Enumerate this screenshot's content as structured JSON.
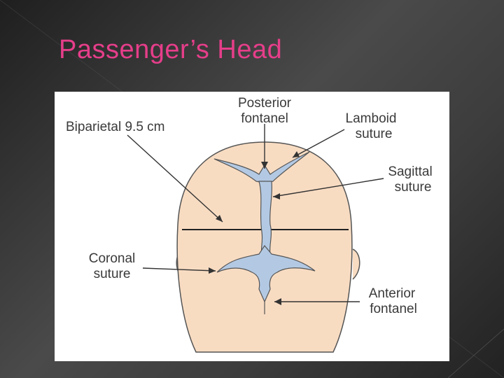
{
  "slide": {
    "title": "Passenger’s Head",
    "background_colors": [
      "#1f1f1f",
      "#4a4a4a",
      "#222222"
    ],
    "title_color": "#e63e8a"
  },
  "diagram": {
    "head_color": "#f8dcc2",
    "fontanel_color": "#b3c9e3",
    "labels": {
      "biparietal": "Biparietal 9.5 cm",
      "posterior_line1": "Posterior",
      "posterior_line2": "fontanel",
      "lamboid_line1": "Lamboid",
      "lamboid_line2": "suture",
      "sagittal_line1": "Sagittal",
      "sagittal_line2": "suture",
      "coronal_line1": "Coronal",
      "coronal_line2": "suture",
      "anterior_line1": "Anterior",
      "anterior_line2": "fontanel"
    }
  }
}
